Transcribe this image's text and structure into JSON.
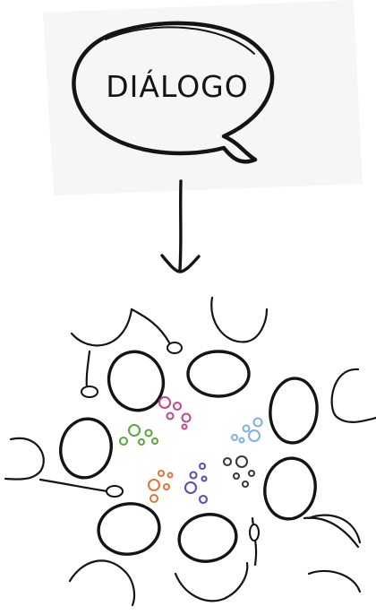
{
  "title": {
    "label": "DIÁLOGO"
  },
  "colors": {
    "ink": "#141414",
    "pink": "#c24a8e",
    "green": "#5aab3e",
    "blue": "#7fb3e2",
    "orange": "#e0783d",
    "purple": "#5a4fb5",
    "dark": "#3a3a3a"
  },
  "diagram": {
    "participants": 11,
    "idea_clusters": [
      "pink-bubbles",
      "green-bubbles",
      "blue-bubbles",
      "orange-bubbles",
      "purple-bubbles",
      "dark-bubbles"
    ]
  }
}
